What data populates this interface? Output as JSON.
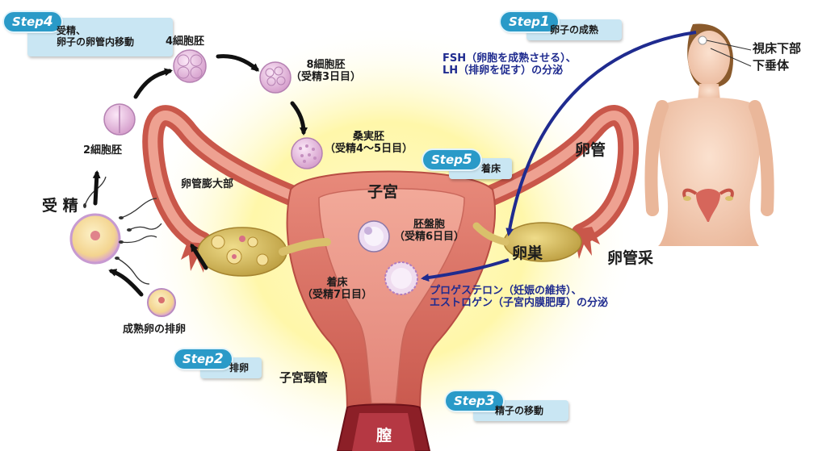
{
  "steps": [
    {
      "badge": "Step",
      "number": "1",
      "text_lines": [
        "卵子の成熟"
      ]
    },
    {
      "badge": "Step",
      "number": "2",
      "text_lines": [
        "排卵"
      ]
    },
    {
      "badge": "Step",
      "number": "3",
      "text_lines": [
        "精子の移動"
      ]
    },
    {
      "badge": "Step",
      "number": "4",
      "text_lines": [
        "受精、",
        "卵子の卵管内移動"
      ]
    },
    {
      "badge": "Step",
      "number": "5",
      "text_lines": [
        "着床"
      ]
    }
  ],
  "labels": {
    "embryo_2cell": "2細胞胚",
    "embryo_4cell": "4細胞胚",
    "embryo_8cell": [
      "8細胞胚",
      "（受精3日目）"
    ],
    "morula": [
      "桑実胚",
      "（受精4～5日目）"
    ],
    "blastocyst": [
      "胚盤胞",
      "（受精6日目）"
    ],
    "implantation": [
      "着床",
      "（受精7日目）"
    ],
    "fertilization": "受 精",
    "ovulation": "成熟卵の排卵",
    "ampulla": "卵管膨大部",
    "uterus": "子宮",
    "cervix": "子宮頸管",
    "vagina": "膣",
    "oviduct": "卵管",
    "ovary": "卵巣",
    "fimbria": "卵管采",
    "hypothalamus": "視床下部",
    "pituitary": "下垂体"
  },
  "hormones": {
    "pituitary_lines": [
      "FSH（卵胞を成熟させる）、",
      "LH（排卵を促す）の分泌"
    ],
    "ovary_lines": [
      "プロゲステロン（妊娠の維持）、",
      "エストロゲン（子宮内膜肥厚）の分泌"
    ]
  },
  "colors": {
    "badge": "#2a9ac8",
    "step_box": "#c9e6f3",
    "hormone_arrow": "#1f2b8f",
    "tissue": "#d9776a",
    "glow": "#fff7a8"
  }
}
